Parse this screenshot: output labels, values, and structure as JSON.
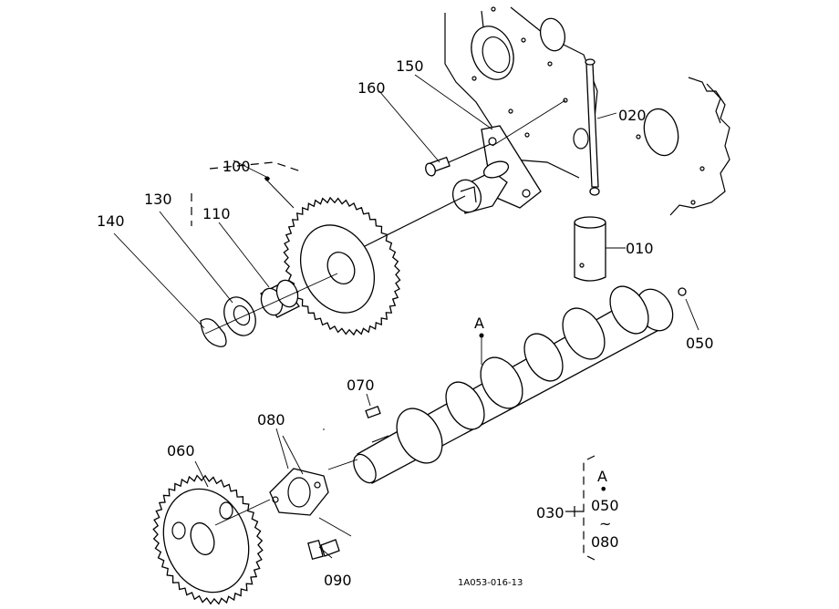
{
  "labels": {
    "l010": "010",
    "l020": "020",
    "l030": "030",
    "l050": "050",
    "l060": "060",
    "l070": "070",
    "l080": "080",
    "l090": "090",
    "l100": "100",
    "l110": "110",
    "l130": "130",
    "l140": "140",
    "l150": "150",
    "l160": "160",
    "lA": "A"
  },
  "legend": {
    "A": "A",
    "dot": "•",
    "from": "050",
    "tilde": "~",
    "to": "080"
  },
  "figure_code": "1A053-016-13"
}
